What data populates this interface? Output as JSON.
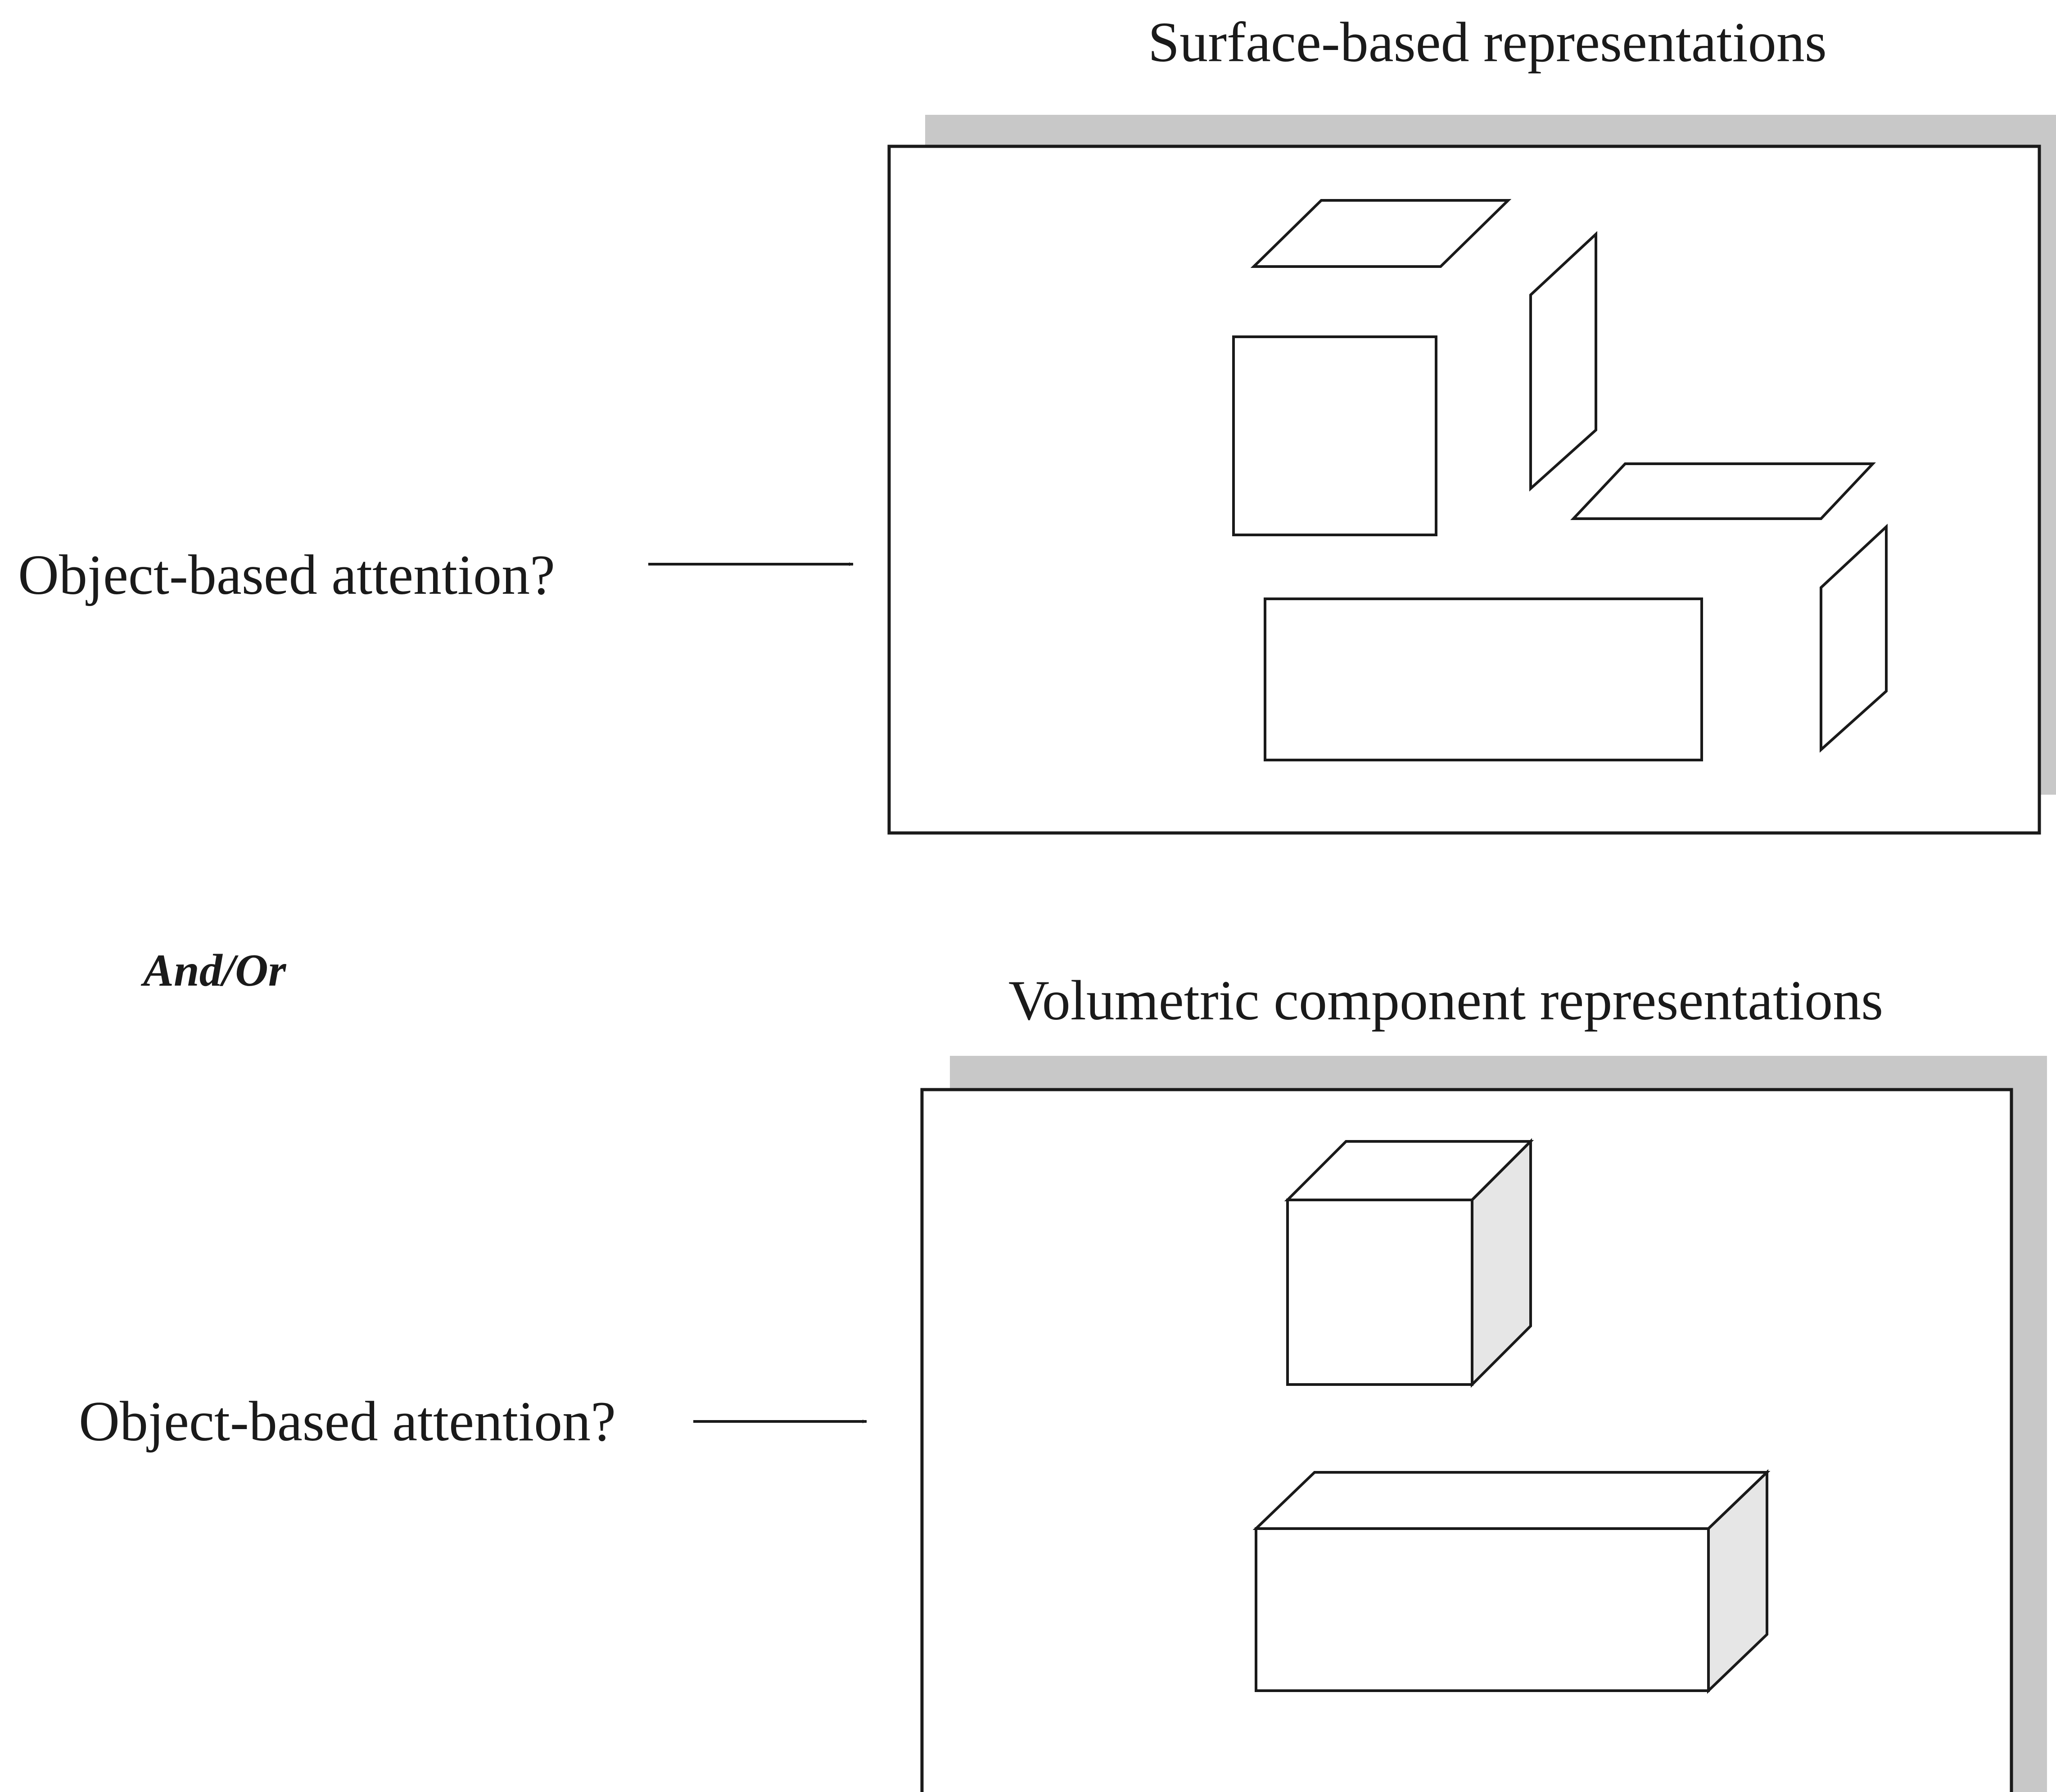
{
  "top_panel": {
    "title": "Surface-based representations",
    "question": "Object-based attention?"
  },
  "connector": {
    "label": "And/Or"
  },
  "bottom_panel": {
    "title": "Volumetric component representations",
    "question": "Object-based attention?"
  },
  "colors": {
    "line": "#1a1a1a",
    "shadow": "#c8c8c8",
    "side_face": "#e6e6e6",
    "background": "#ffffff"
  }
}
